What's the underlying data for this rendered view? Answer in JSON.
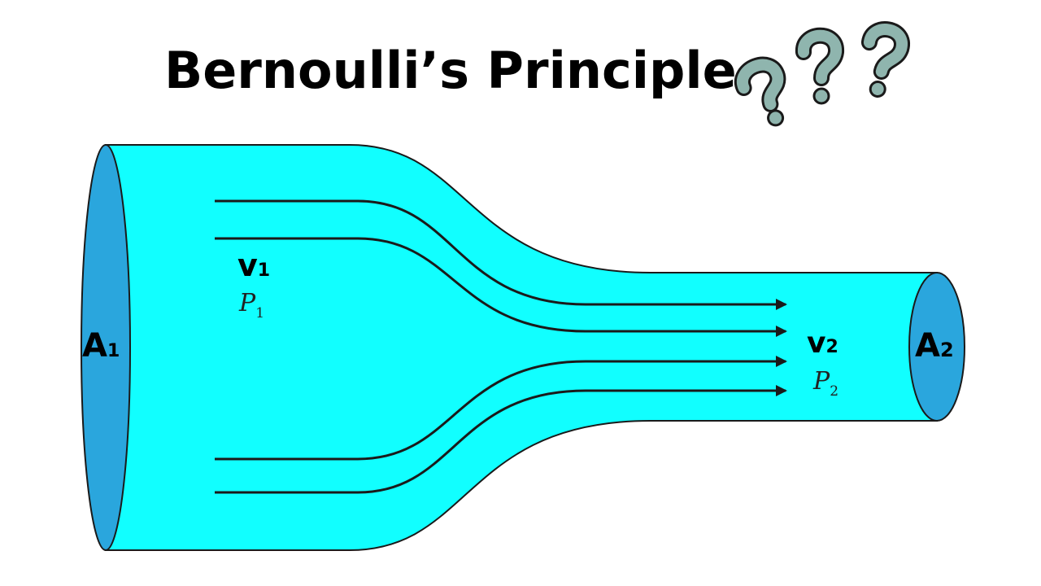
{
  "title": "Bernoulli’s Principle",
  "icons": {
    "question_marks": "question-marks-icon"
  },
  "labels": {
    "area_inlet": {
      "main": "A",
      "sub": "1"
    },
    "area_outlet": {
      "main": "A",
      "sub": "2"
    },
    "velocity_inlet": {
      "main": "v",
      "sub": "1"
    },
    "velocity_outlet": {
      "main": "v",
      "sub": "2"
    },
    "pressure_inlet": {
      "main": "P",
      "sub": "1"
    },
    "pressure_outlet": {
      "main": "P",
      "sub": "2"
    }
  },
  "colors": {
    "fluid": "#11ffff",
    "pipe_ends": "#2aa6dd",
    "outline": "#1a1a1a",
    "question_fill": "#8fb5ae",
    "text": "#000000"
  }
}
